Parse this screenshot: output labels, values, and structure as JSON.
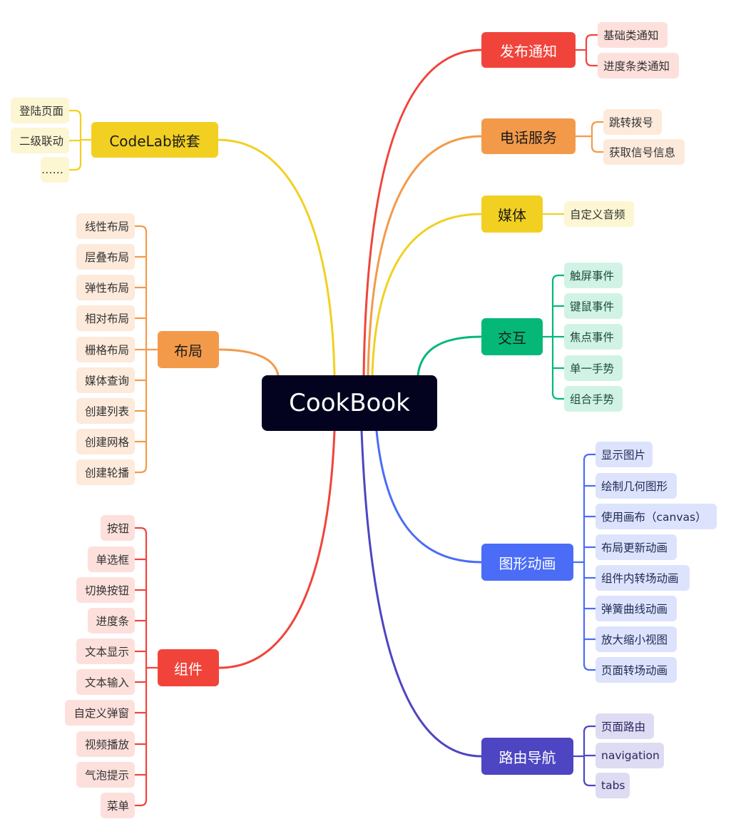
{
  "root": "CookBook",
  "branches": {
    "notify": {
      "label": "发布通知",
      "color": "#f0443b",
      "leaf_bg": "#fde0dc",
      "leaf_color": "#333333",
      "items": [
        "基础类通知",
        "进度条类通知"
      ]
    },
    "phone": {
      "label": "电话服务",
      "color": "#f39a4a",
      "leaf_bg": "#fdeadb",
      "leaf_color": "#333333",
      "items": [
        "跳转拨号",
        "获取信号信息"
      ]
    },
    "media": {
      "label": "媒体",
      "color": "#f2d022",
      "leaf_bg": "#fcf6d2",
      "leaf_color": "#333333",
      "items": [
        "自定义音频"
      ]
    },
    "interact": {
      "label": "交互",
      "color": "#06b878",
      "leaf_bg": "#d1f3e6",
      "leaf_color": "#1d4d3a",
      "items": [
        "触屏事件",
        "键鼠事件",
        "焦点事件",
        "单一手势",
        "组合手势"
      ]
    },
    "graphics": {
      "label": "图形动画",
      "color": "#4a6cf7",
      "leaf_bg": "#dde3fc",
      "leaf_color": "#1f2a55",
      "items": [
        "显示图片",
        "绘制几何图形",
        "使用画布（canvas）",
        "布局更新动画",
        "组件内转场动画",
        "弹簧曲线动画",
        "放大缩小视图",
        "页面转场动画"
      ]
    },
    "router": {
      "label": "路由导航",
      "color": "#4d45c2",
      "leaf_bg": "#dedcf2",
      "leaf_color": "#2a2660",
      "items": [
        "页面路由",
        "navigation",
        "tabs"
      ]
    },
    "codelab": {
      "label": "CodeLab嵌套",
      "color": "#f2d022",
      "leaf_bg": "#fcf6d2",
      "leaf_color": "#333333",
      "items": [
        "登陆页面",
        "二级联动",
        "……"
      ]
    },
    "layout": {
      "label": "布局",
      "color": "#f39a4a",
      "leaf_bg": "#fdeadb",
      "leaf_color": "#333333",
      "items": [
        "线性布局",
        "层叠布局",
        "弹性布局",
        "相对布局",
        "栅格布局",
        "媒体查询",
        "创建列表",
        "创建网格",
        "创建轮播"
      ]
    },
    "component": {
      "label": "组件",
      "color": "#f0443b",
      "leaf_bg": "#fde0dc",
      "leaf_color": "#333333",
      "items": [
        "按钮",
        "单选框",
        "切换按钮",
        "进度条",
        "文本显示",
        "文本输入",
        "自定义弹窗",
        "视频播放",
        "气泡提示",
        "菜单"
      ]
    }
  }
}
